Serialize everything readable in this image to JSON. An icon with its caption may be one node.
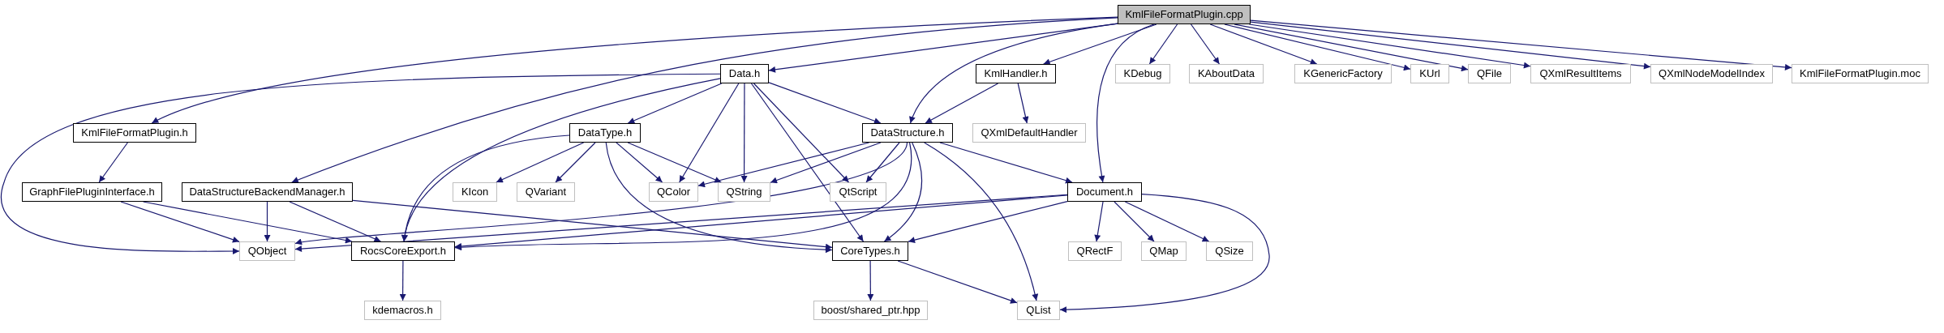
{
  "diagram": {
    "nodes": [
      {
        "text": [
          "KmlFileFormatPlugin.cpp"
        ]
      },
      {
        "text": [
          "Data.h"
        ]
      },
      {
        "text": [
          "KmlHandler.h"
        ]
      },
      {
        "text": [
          "KDebug"
        ]
      },
      {
        "text": [
          "KAboutData"
        ]
      },
      {
        "text": [
          "KGenericFactory"
        ]
      },
      {
        "text": [
          "KUrl"
        ]
      },
      {
        "text": [
          "QFile"
        ]
      },
      {
        "text": [
          "QXmlResultItems"
        ]
      },
      {
        "text": [
          "QXmlNodeModelIndex"
        ]
      },
      {
        "text": [
          "KmlFileFormatPlugin.moc"
        ]
      },
      {
        "text": [
          "KmlFileFormatPlugin.h"
        ]
      },
      {
        "text": [
          "DataType.h"
        ]
      },
      {
        "text": [
          "DataStructure.h"
        ]
      },
      {
        "text": [
          "QXmlDefaultHandler"
        ]
      },
      {
        "text": [
          "GraphFilePluginInterface.h"
        ]
      },
      {
        "text": [
          "DataStructureBackendManager.h"
        ]
      },
      {
        "text": [
          "KIcon"
        ]
      },
      {
        "text": [
          "QVariant"
        ]
      },
      {
        "text": [
          "QColor"
        ]
      },
      {
        "text": [
          "QString"
        ]
      },
      {
        "text": [
          "QtScript"
        ]
      },
      {
        "text": [
          "Document.h"
        ]
      },
      {
        "text": [
          "QObject"
        ]
      },
      {
        "text": [
          "RocsCoreExport.h"
        ]
      },
      {
        "text": [
          "CoreTypes.h"
        ]
      },
      {
        "text": [
          "QRectF"
        ]
      },
      {
        "text": [
          "QMap"
        ]
      },
      {
        "text": [
          "QSize"
        ]
      },
      {
        "text": [
          "kdemacros.h"
        ]
      },
      {
        "text": [
          "boost/shared_ptr.hpp"
        ]
      },
      {
        "text": [
          "QList"
        ]
      }
    ],
    "edges": [
      {
        "from": 0,
        "to": 1,
        "arrow": "to"
      },
      {
        "from": 0,
        "to": 2,
        "arrow": "to"
      },
      {
        "from": 0,
        "to": 3,
        "arrow": "to"
      },
      {
        "from": 0,
        "to": 4,
        "arrow": "to"
      },
      {
        "from": 0,
        "to": 5,
        "arrow": "to"
      },
      {
        "from": 0,
        "to": 6,
        "arrow": "to"
      },
      {
        "from": 0,
        "to": 7,
        "arrow": "to"
      },
      {
        "from": 0,
        "to": 8,
        "arrow": "to"
      },
      {
        "from": 0,
        "to": 9,
        "arrow": "to"
      },
      {
        "from": 0,
        "to": 10,
        "arrow": "to"
      },
      {
        "from": 0,
        "to": 11,
        "arrow": "to"
      },
      {
        "from": 0,
        "to": 13,
        "arrow": "to"
      },
      {
        "from": 0,
        "to": 22,
        "arrow": "to"
      },
      {
        "from": 0,
        "to": 16,
        "arrow": "to"
      },
      {
        "from": 1,
        "to": 23,
        "arrow": "to"
      },
      {
        "from": 1,
        "to": 24,
        "arrow": "to"
      },
      {
        "from": 1,
        "to": 12,
        "arrow": "to"
      },
      {
        "from": 1,
        "to": 19,
        "arrow": "to"
      },
      {
        "from": 1,
        "to": 20,
        "arrow": "to"
      },
      {
        "from": 1,
        "to": 21,
        "arrow": "to"
      },
      {
        "from": 1,
        "to": 25,
        "arrow": "to"
      },
      {
        "from": 1,
        "to": 13,
        "arrow": "to"
      },
      {
        "from": 2,
        "to": 13,
        "arrow": "to"
      },
      {
        "from": 2,
        "to": 14,
        "arrow": "to"
      },
      {
        "from": 11,
        "to": 15,
        "arrow": "to"
      },
      {
        "from": 15,
        "to": 23,
        "arrow": "to"
      },
      {
        "from": 15,
        "to": 24,
        "arrow": "to"
      },
      {
        "from": 16,
        "to": 23,
        "arrow": "to"
      },
      {
        "from": 16,
        "to": 24,
        "arrow": "to"
      },
      {
        "from": 16,
        "to": 25,
        "arrow": "to"
      },
      {
        "from": 12,
        "to": 17,
        "arrow": "to"
      },
      {
        "from": 12,
        "to": 18,
        "arrow": "to"
      },
      {
        "from": 12,
        "to": 19,
        "arrow": "to"
      },
      {
        "from": 12,
        "to": 20,
        "arrow": "to"
      },
      {
        "from": 12,
        "to": 24,
        "arrow": "to"
      },
      {
        "from": 12,
        "to": 25,
        "arrow": "to"
      },
      {
        "from": 13,
        "to": 19,
        "arrow": "to"
      },
      {
        "from": 13,
        "to": 20,
        "arrow": "to"
      },
      {
        "from": 13,
        "to": 21,
        "arrow": "to"
      },
      {
        "from": 13,
        "to": 22,
        "arrow": "to"
      },
      {
        "from": 13,
        "to": 25,
        "arrow": "to"
      },
      {
        "from": 13,
        "to": 31,
        "arrow": "to"
      },
      {
        "from": 13,
        "to": 23,
        "arrow": "to"
      },
      {
        "from": 13,
        "to": 24,
        "arrow": "to"
      },
      {
        "from": 22,
        "to": 23,
        "arrow": "to"
      },
      {
        "from": 22,
        "to": 24,
        "arrow": "to"
      },
      {
        "from": 22,
        "to": 25,
        "arrow": "to"
      },
      {
        "from": 22,
        "to": 26,
        "arrow": "to"
      },
      {
        "from": 22,
        "to": 27,
        "arrow": "to"
      },
      {
        "from": 22,
        "to": 28,
        "arrow": "to"
      },
      {
        "from": 22,
        "to": 31,
        "arrow": "to"
      },
      {
        "from": 24,
        "to": 29,
        "arrow": "to"
      },
      {
        "from": 25,
        "to": 30,
        "arrow": "to"
      },
      {
        "from": 25,
        "to": 31,
        "arrow": "to"
      }
    ]
  }
}
